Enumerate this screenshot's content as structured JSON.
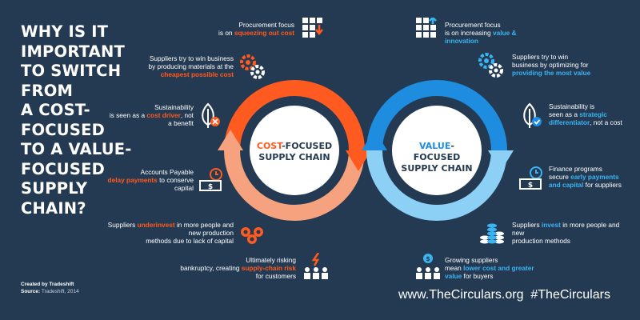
{
  "headline": [
    "WHY IS IT",
    "IMPORTANT",
    "TO SWITCH",
    "FROM",
    "A COST-",
    "FOCUSED",
    "TO A VALUE-",
    "FOCUSED",
    "SUPPLY",
    "CHAIN?"
  ],
  "credits": {
    "created_label": "Created by Tradeshift",
    "source_label": "Source:",
    "source_value": "Tradeshift, 2014"
  },
  "footer": {
    "url": "www.TheCirculars.org  #TheCirculars"
  },
  "cost_loop": {
    "highlight": "COST",
    "rest": "-FOCUSED",
    "line2": "SUPPLY CHAIN"
  },
  "value_loop": {
    "highlight": "VALUE",
    "rest": "-FOCUSED",
    "line2": "SUPPLY CHAIN"
  },
  "cost_items": [
    {
      "a": "Procurement focus",
      "b": "is on ",
      "hl": "squeezing out cost",
      "c": ""
    },
    {
      "a": "Suppliers try to win business",
      "b": "by producing materials at the",
      "hl": "cheapest possible cost",
      "c": ""
    },
    {
      "a": "Sustainability",
      "b": "is seen as a ",
      "hl": "cost driver",
      "c": ", not a benefit"
    },
    {
      "a": "Accounts Payable",
      "b": "",
      "hl": "delay payments",
      "c": " to conserve capital"
    },
    {
      "a": "Suppliers ",
      "hl": "underinvest",
      "b": " in more people and new production",
      "c": "methods due to lack of capital"
    },
    {
      "a": "Ultimately risking",
      "b": "bankruptcy, creating ",
      "hl": "supply-chain risk",
      "c": " for customers"
    }
  ],
  "value_items": [
    {
      "a": "Procurement focus",
      "b": "is on increasing ",
      "hl": "value & innovation",
      "c": ""
    },
    {
      "a": "Suppliers try to win",
      "b": "business by optimizing for",
      "hl": "providing the most value",
      "c": ""
    },
    {
      "a": "Sustainability is",
      "b": "seen as a ",
      "hl": "strategic differentiator",
      "c": ", not a cost"
    },
    {
      "a": "Finance programs",
      "b": "secure ",
      "hl": "early payments and capital",
      "c": " for suppliers"
    },
    {
      "a": "Suppliers ",
      "hl": "invest",
      "b": " in more people and new",
      "c": "production methods"
    },
    {
      "a": "Growing suppliers",
      "b": "mean ",
      "hl": "lower cost and greater value",
      "c": " for buyers"
    }
  ],
  "colors": {
    "background": "#243a52",
    "orange": "#ff5a1f",
    "peach": "#f7a27e",
    "blue": "#1e8de0",
    "lightblue": "#8cd0f6",
    "highlight_blue": "#3bb4f2"
  },
  "icons": {
    "cost": [
      "grid-down-icon",
      "gears-icon",
      "leaf-x-icon",
      "money-clock-icon",
      "coins-icon",
      "people-lightning-icon"
    ],
    "value": [
      "grid-up-icon",
      "gears-icon",
      "leaf-check-icon",
      "money-clock-icon",
      "coin-stacks-icon",
      "people-coin-icon"
    ]
  }
}
